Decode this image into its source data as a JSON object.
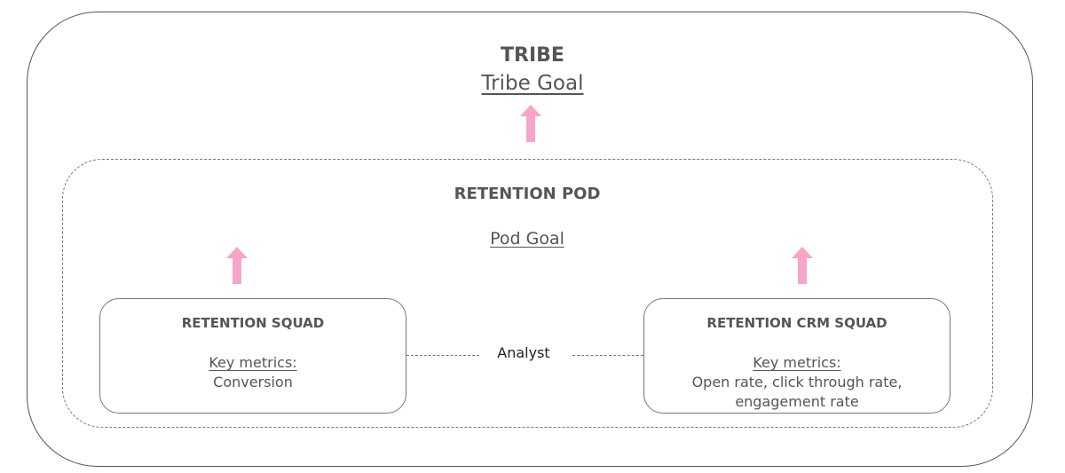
{
  "tribe": {
    "title": "TRIBE",
    "goal": "Tribe Goal"
  },
  "pod": {
    "title": "RETENTION POD",
    "goal": "Pod Goal"
  },
  "squads": [
    {
      "title": "RETENTION SQUAD",
      "metrics_label": "Key metrics:",
      "metrics_value": "Conversion"
    },
    {
      "title": "RETENTION CRM SQUAD",
      "metrics_label": "Key metrics:",
      "metrics_value_line1": "Open rate, click through rate,",
      "metrics_value_line2": "engagement rate"
    }
  ],
  "connector": {
    "label": "Analyst"
  },
  "colors": {
    "arrow": "#f8a5c9",
    "text": "#555555",
    "border": "#777777"
  }
}
